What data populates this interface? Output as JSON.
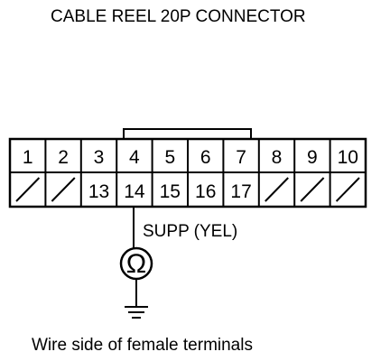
{
  "title": "CABLE REEL 20P CONNECTOR",
  "connector": {
    "top_row": [
      "1",
      "2",
      "3",
      "4",
      "5",
      "6",
      "7",
      "8",
      "9",
      "10"
    ],
    "bottom_row": [
      "",
      "",
      "13",
      "14",
      "15",
      "16",
      "17",
      "",
      "",
      ""
    ],
    "blanked_cells": [
      0,
      1,
      7,
      8,
      9
    ]
  },
  "wire": {
    "label": "SUPP (YEL)",
    "terminal": "14"
  },
  "meter": {
    "symbol": "Ω",
    "icon": "ohmmeter-icon"
  },
  "ground": {
    "icon": "ground-icon"
  },
  "caption": "Wire side of female terminals"
}
